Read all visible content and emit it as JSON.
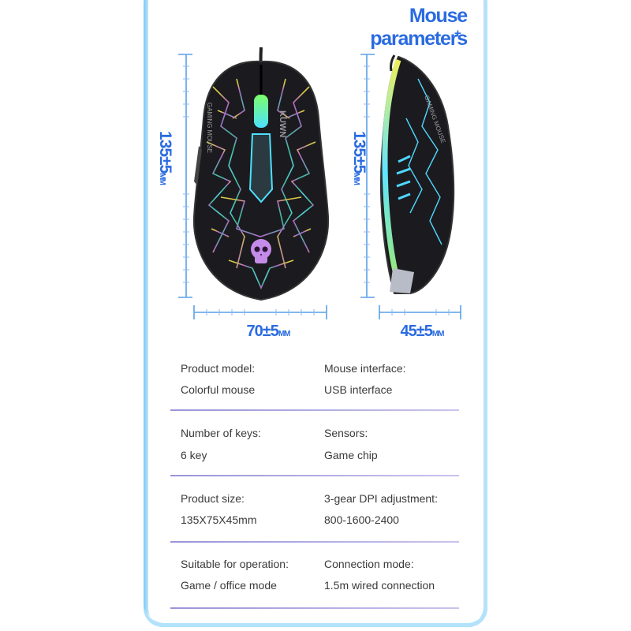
{
  "header": {
    "title": "Mouse parameters",
    "plus": "+"
  },
  "dimensions": {
    "height_front": {
      "value": "135±5",
      "unit": "MM"
    },
    "height_side": {
      "value": "135±5",
      "unit": "MM"
    },
    "width": {
      "value": "70±5",
      "unit": "MM"
    },
    "depth": {
      "value": "45±5",
      "unit": "MM"
    }
  },
  "mouse": {
    "brand": "KUWN",
    "subtitle": "GAMING MOUSE"
  },
  "specs": [
    {
      "left_label": "Product model:",
      "left_value": "Colorful mouse",
      "right_label": "Mouse interface:",
      "right_value": "USB interface"
    },
    {
      "left_label": "Number of keys:",
      "left_value": "6 key",
      "right_label": "Sensors:",
      "right_value": "Game chip"
    },
    {
      "left_label": "Product size:",
      "left_value": "135X75X45mm",
      "right_label": "3-gear DPI adjustment:",
      "right_value": "800-1600-2400"
    },
    {
      "left_label": "Suitable for operation:",
      "left_value": "Game / office mode",
      "right_label": "Connection mode:",
      "right_value": "1.5m wired connection"
    }
  ],
  "colors": {
    "accent": "#2a6be0",
    "dimension_line": "#5aa0e8",
    "divider": "#9a94d8",
    "frame": "#8ccff6"
  }
}
